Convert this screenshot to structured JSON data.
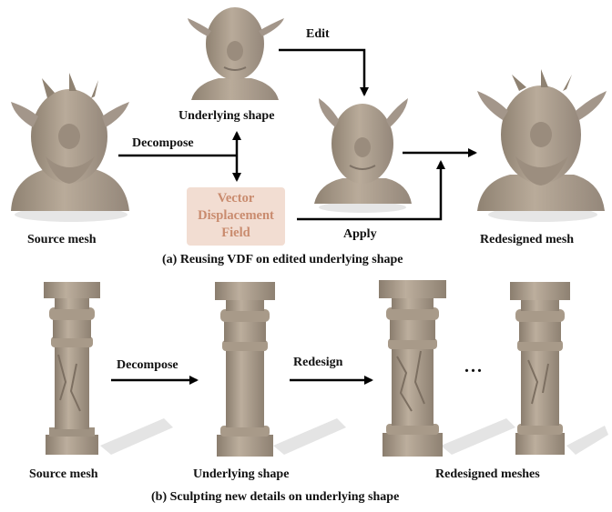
{
  "section_a": {
    "labels": {
      "underlying_shape": "Underlying shape",
      "source_mesh": "Source mesh",
      "apply": "Apply",
      "redesigned_mesh": "Redesigned mesh"
    },
    "arrows": {
      "edit": "Edit",
      "decompose": "Decompose"
    },
    "vdf_box": {
      "line1": "Vector",
      "line2": "Displacement",
      "line3": "Field"
    },
    "caption": "(a) Reusing VDF on edited underlying shape"
  },
  "section_b": {
    "labels": {
      "source_mesh": "Source mesh",
      "underlying_shape": "Underlying shape",
      "redesigned_meshes": "Redesigned meshes"
    },
    "arrows": {
      "decompose": "Decompose",
      "redesign": "Redesign"
    },
    "ellipsis": "...",
    "caption": "(b) Sculpting new details on underlying shape"
  },
  "colors": {
    "mesh": "#a89a89",
    "mesh_shadow": "#cfcfcf",
    "vdf_box": "#f2ddd2",
    "vdf_text": "#c98b6e",
    "arrow": "#000000"
  }
}
